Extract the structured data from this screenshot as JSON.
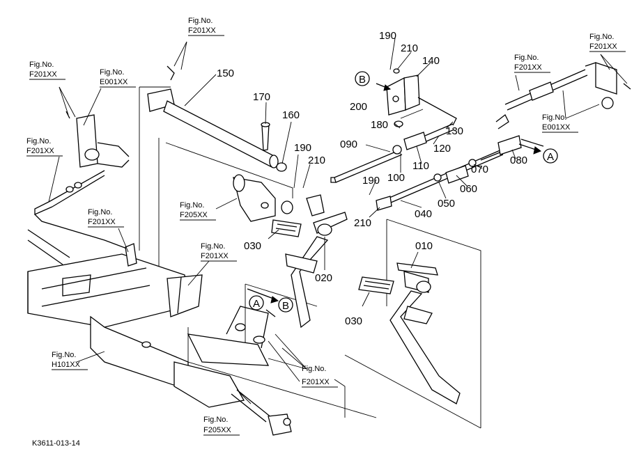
{
  "diagram": {
    "code": "K3611-013-14",
    "part_labels": {
      "p010": "010",
      "p020": "020",
      "p030a": "030",
      "p030b": "030",
      "p040": "040",
      "p050": "050",
      "p060": "060",
      "p070": "070",
      "p080": "080",
      "p090": "090",
      "p100": "100",
      "p110": "110",
      "p120": "120",
      "p130": "130",
      "p140": "140",
      "p150": "150",
      "p160": "160",
      "p170": "170",
      "p180": "180",
      "p190a": "190",
      "p190b": "190",
      "p190c": "190",
      "p200": "200",
      "p210a": "210",
      "p210b": "210",
      "p210c": "210"
    },
    "fig_caption": "Fig.No.",
    "fig_refs": {
      "r1": "F201XX",
      "r2": "F201XX",
      "r3": "E001XX",
      "r4": "F201XX",
      "r5": "F201XX",
      "r6": "F205XX",
      "r7": "F201XX",
      "r8": "F201XX",
      "r9": "E001XX",
      "r10": "F201XX",
      "r11": "H101XX",
      "r12": "F201XX",
      "r13": "F205XX"
    },
    "markers": {
      "a1": "A",
      "a2": "A",
      "b1": "B",
      "b2": "B"
    }
  }
}
